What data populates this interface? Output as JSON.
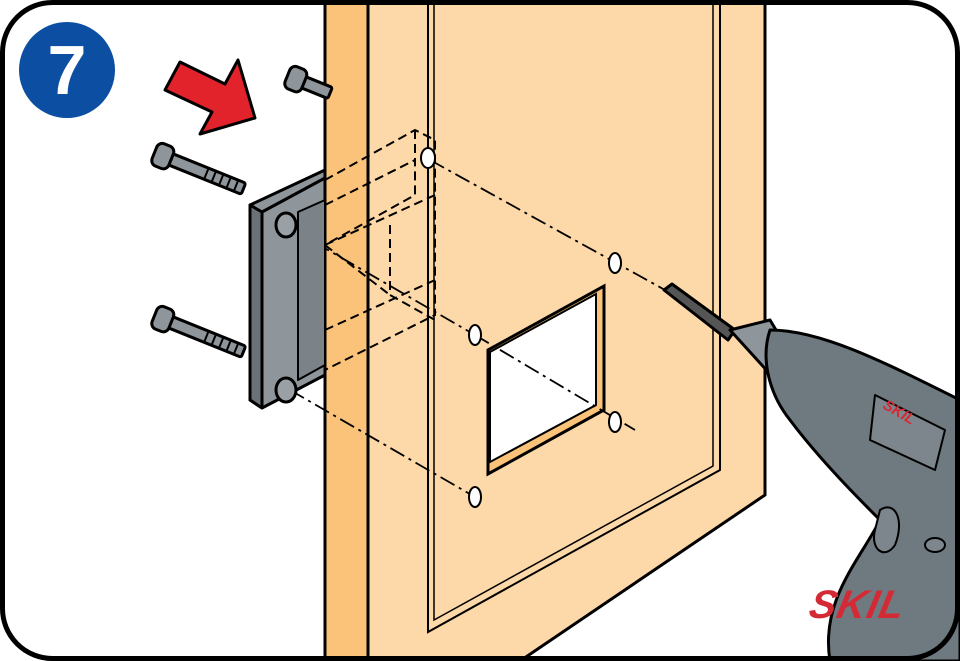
{
  "step": {
    "number": "7"
  },
  "brand": {
    "logo": "SKIL",
    "drill_label": "SKIL"
  },
  "colors": {
    "step_badge": "#0b4ea2",
    "arrow": "#e3232b",
    "door_face": "#fdd8a8",
    "door_edge": "#fbc27a",
    "metal": "#8e969b",
    "drill": "#6f7a80",
    "brand": "#d42a35"
  }
}
